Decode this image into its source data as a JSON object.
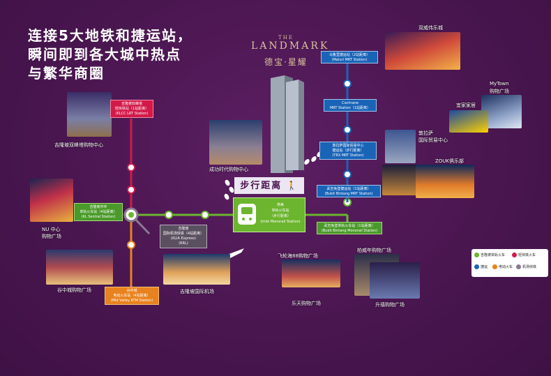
{
  "headline": {
    "line1": "连接5大地铁和捷运站，",
    "line2": "瞬间即到各大城中热点",
    "line3": "与繁华商圈"
  },
  "brand": {
    "the": "THE",
    "name": "LANDMARK",
    "cn": "德宝·星耀"
  },
  "walk_label": "步行距离",
  "stations": {
    "klcc": {
      "line1": "吉隆坡双峰塔",
      "line2": "轻快铁站（1站距离）",
      "line3": "(KLCC LRT Station)"
    },
    "maluri": {
      "line1": "马鲁里捷运站（2站距离）",
      "line2": "(Maluri MRT Station)"
    },
    "cochrane": {
      "line1": "Cochrane",
      "line2": "MRT Station（1站距离）"
    },
    "trx": {
      "line1": "敦拉萨国际贸易中心",
      "line2": "捷运站（步行距离）",
      "line3": "(TRX MRT Station)"
    },
    "bb_mrt": {
      "line1": "武吉免登捷运站（1站距离）",
      "line2": "(Bukit Bintang MRT Station)"
    },
    "imbi": {
      "line1": "燕美",
      "line2": "单轨火车站",
      "line3": "（步行距离）",
      "line4": "(Imbi Monorail Station)"
    },
    "bb_mono": {
      "line1": "武吉免登单轨火车站（1站距离）",
      "line2": "(Bukit Bintang Monorail Station)"
    },
    "kl_sentral": {
      "line1": "吉隆坡中环",
      "line2": "单轨火车站（4站距离）",
      "line3": "(KL Sentral Station)"
    },
    "klia": {
      "line1": "吉隆坡",
      "line2": "国际机场快铁（4站距离）",
      "line3": "(KLIA Express)",
      "line4": "(KRL)"
    },
    "mid_valley": {
      "line1": "谷中城",
      "line2": "电动火车站（4站距离）",
      "line3": "(Mid Valley KTM Station)"
    }
  },
  "places": {
    "twin_towers_mall": "吉隆坡双峰塔购物中心",
    "times_square": "成功时代购物中心",
    "nu_sentral": "NU 中心",
    "nu_sentral_2": "购物广场",
    "mid_valley_mall": "谷中城购物广场",
    "klia": "吉隆坡国际机场",
    "sunway_velocity": "双威伟乐城",
    "mytown": "MyTown",
    "mytown_2": "购物广场",
    "ikea": "宜家家居",
    "trx_center": "敦拉萨",
    "trx_center_2": "国际贸易中心",
    "zouk": "ZOUK俱乐部",
    "pavilion": "柏威年购物广场",
    "fahrenheit": "飞轮海88购物广场",
    "lotte": "乐天购物广场",
    "starhill": "升禧购物广场"
  },
  "legend": {
    "item1": "吉隆坡单轨火车",
    "item2": "轻快铁火车",
    "item3": "捷运",
    "item4": "电动火车",
    "item5": "机场快铁"
  },
  "colors": {
    "background": "#4a1650",
    "red_line": "#d3194a",
    "green_line": "#6cb52e",
    "blue_line": "#1a64b8",
    "orange_line": "#e8821e",
    "grey_line": "#8a7a90"
  }
}
